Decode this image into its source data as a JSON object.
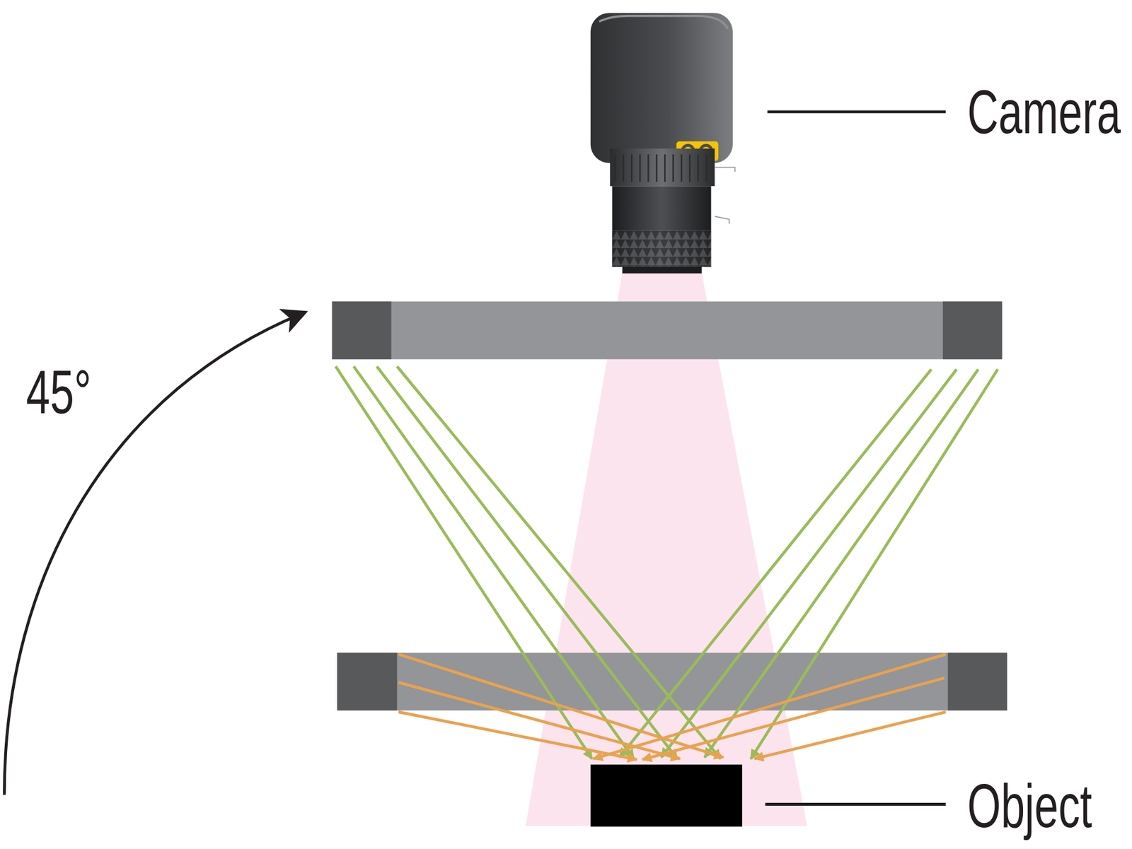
{
  "diagram": {
    "labels": [
      "Camera",
      "45°",
      "Object"
    ]
  }
}
